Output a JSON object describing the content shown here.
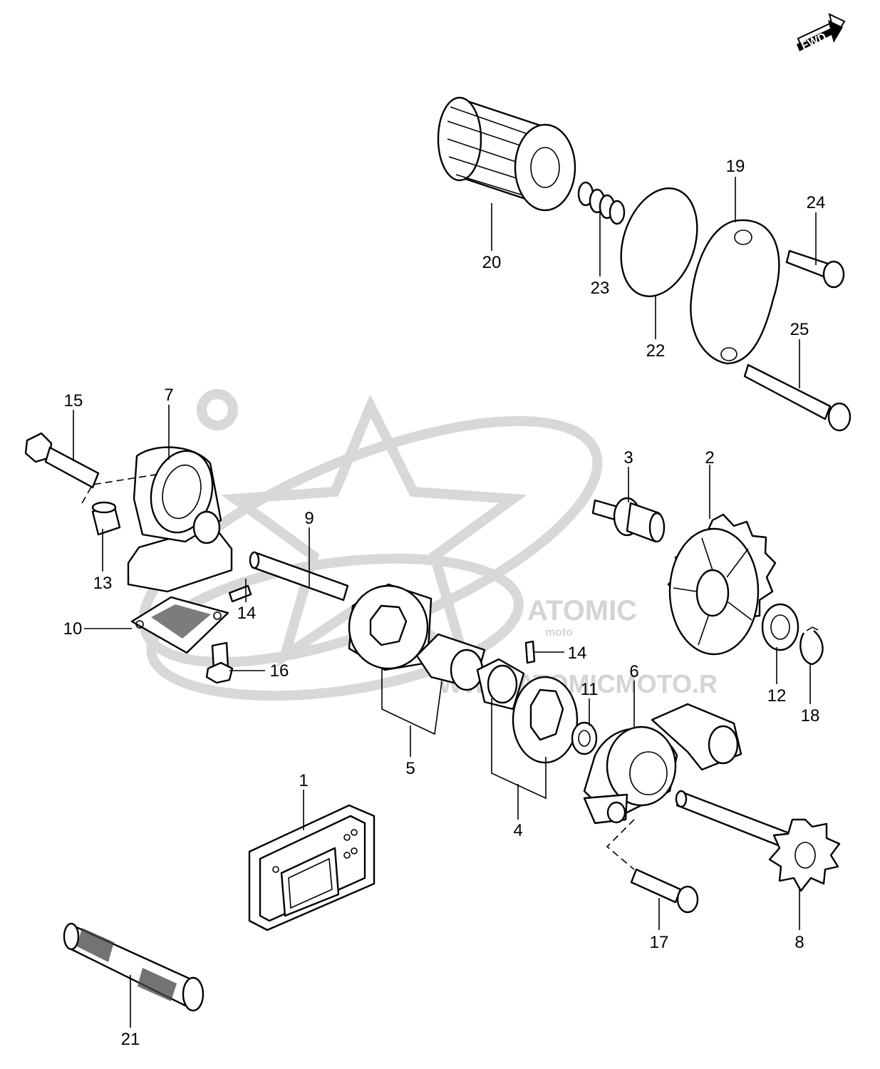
{
  "fwd_badge": "FWD",
  "watermark": {
    "brand": "ATOMIC",
    "sub": "moto",
    "site": "WWW.ATOMICMOTO.R"
  },
  "parts": [
    {
      "id": "1",
      "label": "1"
    },
    {
      "id": "2",
      "label": "2"
    },
    {
      "id": "3",
      "label": "3"
    },
    {
      "id": "4",
      "label": "4"
    },
    {
      "id": "5",
      "label": "5"
    },
    {
      "id": "6",
      "label": "6"
    },
    {
      "id": "7",
      "label": "7"
    },
    {
      "id": "8",
      "label": "8"
    },
    {
      "id": "9",
      "label": "9"
    },
    {
      "id": "10",
      "label": "10"
    },
    {
      "id": "11",
      "label": "11"
    },
    {
      "id": "12",
      "label": "12"
    },
    {
      "id": "13",
      "label": "13"
    },
    {
      "id": "14a",
      "label": "14"
    },
    {
      "id": "14b",
      "label": "14"
    },
    {
      "id": "15",
      "label": "15"
    },
    {
      "id": "16",
      "label": "16"
    },
    {
      "id": "17",
      "label": "17"
    },
    {
      "id": "18",
      "label": "18"
    },
    {
      "id": "19",
      "label": "19"
    },
    {
      "id": "20",
      "label": "20"
    },
    {
      "id": "21",
      "label": "21"
    },
    {
      "id": "22",
      "label": "22"
    },
    {
      "id": "23",
      "label": "23"
    },
    {
      "id": "24",
      "label": "24"
    },
    {
      "id": "25",
      "label": "25"
    }
  ]
}
